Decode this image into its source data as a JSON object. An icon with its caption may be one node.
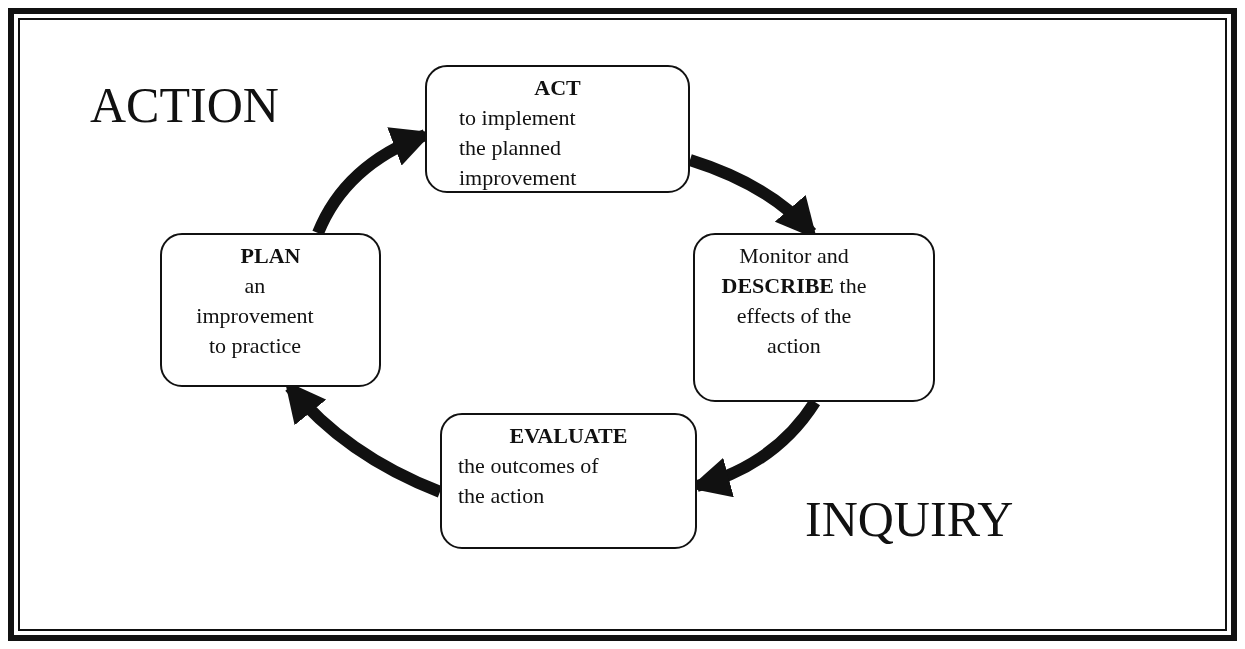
{
  "diagram": {
    "nodes": [
      {
        "text": [
          "ACT",
          "to implement the planned improvement"
        ]
      },
      {
        "text": [
          "Monitor and **DESCRIBE** the effects of the action"
        ]
      },
      {
        "text": [
          "EVALUATE",
          "the outcomes of the action"
        ]
      },
      {
        "text": [
          "PLAN",
          "an improvement to practice"
        ]
      }
    ],
    "edges": [
      {
        "from": 3,
        "to": 0,
        "arrow": "to"
      },
      {
        "from": 0,
        "to": 1,
        "arrow": "to"
      },
      {
        "from": 1,
        "to": 2,
        "arrow": "to"
      },
      {
        "from": 2,
        "to": 3,
        "arrow": "to"
      }
    ],
    "labels": [
      "ACTION",
      "INQUIRY"
    ]
  }
}
